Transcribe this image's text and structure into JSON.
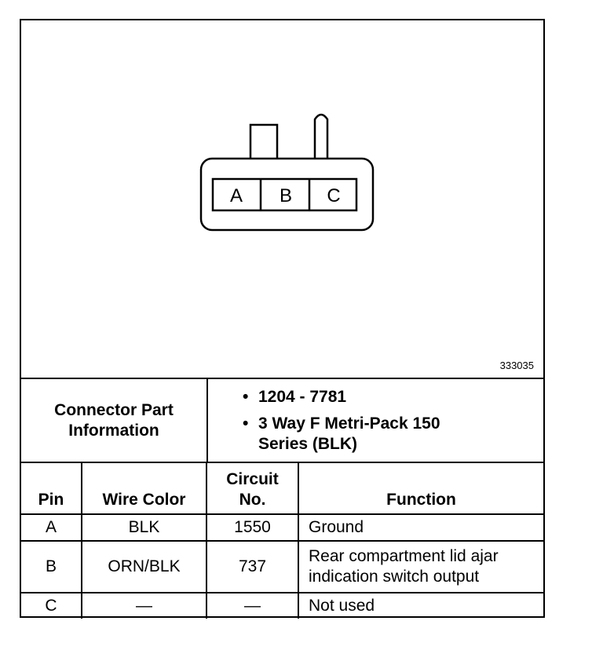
{
  "diagram": {
    "pins": [
      "A",
      "B",
      "C"
    ],
    "figure_number": "333035"
  },
  "connector": {
    "label_line1": "Connector Part",
    "label_line2": "Information",
    "bullet": "•",
    "items": [
      "1204 - 7781",
      "3 Way F Metri-Pack 150 Series (BLK)"
    ]
  },
  "table": {
    "headers": {
      "pin": "Pin",
      "wire_color": "Wire Color",
      "circuit_line1": "Circuit",
      "circuit_line2": "No.",
      "function": "Function"
    },
    "rows": [
      {
        "pin": "A",
        "wire_color": "BLK",
        "circuit": "1550",
        "function": "Ground"
      },
      {
        "pin": "B",
        "wire_color": "ORN/BLK",
        "circuit": "737",
        "function": "Rear compartment lid ajar indication switch output"
      },
      {
        "pin": "C",
        "wire_color": "—",
        "circuit": "—",
        "function": "Not used"
      }
    ]
  }
}
